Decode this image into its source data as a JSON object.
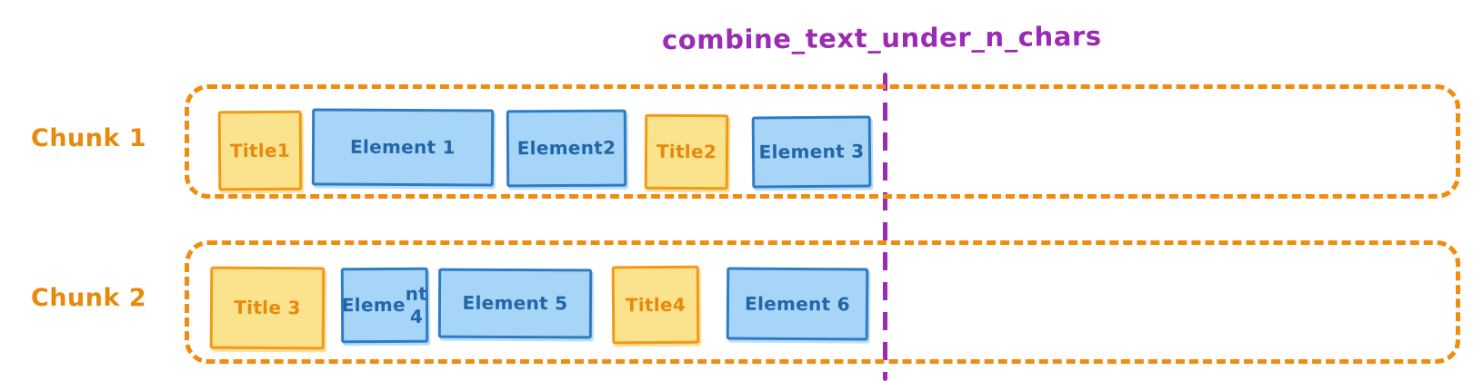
{
  "diagram": {
    "annotation": {
      "label": "combine_text_under_n_chars",
      "color": "#9B2BB5"
    },
    "colors": {
      "title_fill": "#FBE28C",
      "title_border": "#F29A17",
      "title_text": "#E8890C",
      "element_fill": "#A7D5F7",
      "element_border": "#2E7CC4",
      "element_text": "#2166A8",
      "chunk_border": "#F08C10",
      "chunk_label": "#E8890C",
      "threshold": "#9B2BB5",
      "background": "#FFFFFF"
    },
    "chunks": [
      {
        "label": "Chunk 1",
        "nodes": [
          {
            "kind": "title",
            "label": "Title 1",
            "lines": [
              "Title",
              "1"
            ]
          },
          {
            "kind": "element",
            "label": "Element 1",
            "lines": [
              "Element 1"
            ]
          },
          {
            "kind": "element",
            "label": "Element 2",
            "lines": [
              "Element",
              "2"
            ]
          },
          {
            "kind": "title",
            "label": "Title 2",
            "lines": [
              "Title",
              "2"
            ]
          },
          {
            "kind": "element",
            "label": "Element 3",
            "lines": [
              "Element 3"
            ]
          }
        ]
      },
      {
        "label": "Chunk 2",
        "nodes": [
          {
            "kind": "title",
            "label": "Title 3",
            "lines": [
              "Title 3"
            ]
          },
          {
            "kind": "element",
            "label": "Element 4",
            "lines": [
              "Eleme",
              "nt 4"
            ]
          },
          {
            "kind": "element",
            "label": "Element 5",
            "lines": [
              "Element 5"
            ]
          },
          {
            "kind": "title",
            "label": "Title 4",
            "lines": [
              "Title",
              "4"
            ]
          },
          {
            "kind": "element",
            "label": "Element 6",
            "lines": [
              "Element 6"
            ]
          }
        ]
      }
    ]
  }
}
